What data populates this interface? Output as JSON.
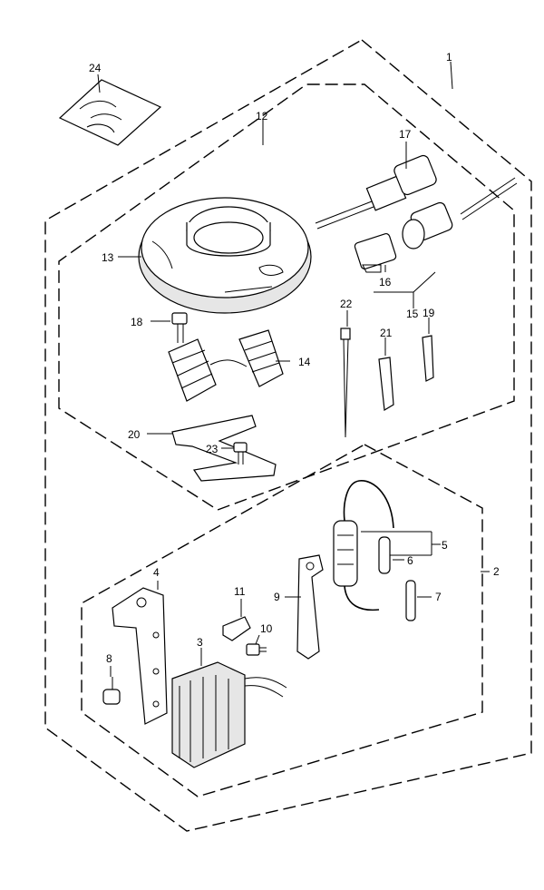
{
  "callouts": [
    "1",
    "2",
    "3",
    "4",
    "5",
    "6",
    "7",
    "8",
    "9",
    "10",
    "11",
    "12",
    "13",
    "14",
    "15",
    "16",
    "17",
    "18",
    "19",
    "20",
    "21",
    "22",
    "23",
    "24"
  ],
  "colors": {
    "ink": "#000000",
    "paper": "#ffffff"
  }
}
